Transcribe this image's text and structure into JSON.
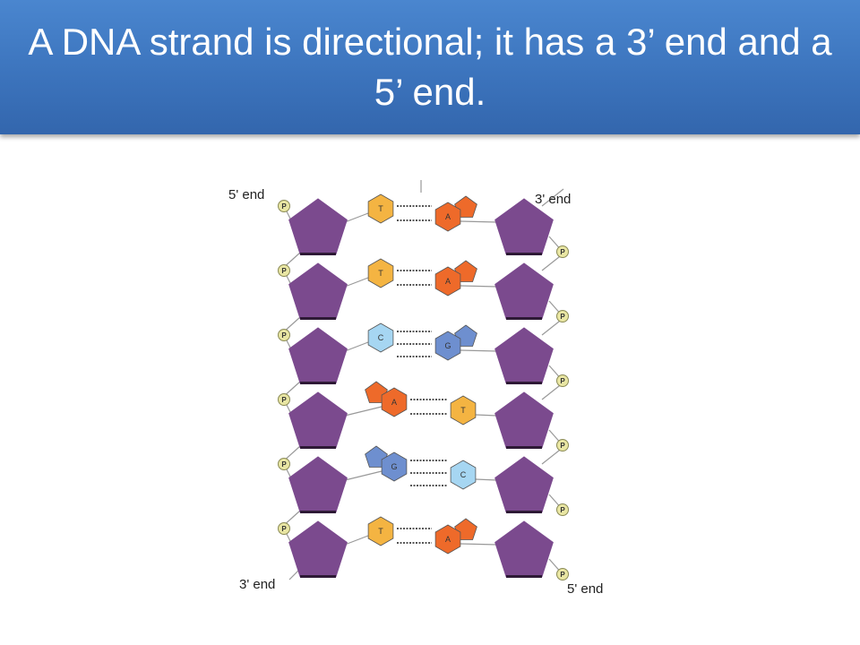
{
  "slide": {
    "title": "A DNA strand is directional; it has a 3’ end and a 5’ end."
  },
  "diagram": {
    "end_labels": {
      "left_top": "5' end",
      "right_top": "3' end",
      "left_bottom": "3' end",
      "right_bottom": "5' end"
    },
    "phosphate_label": "P",
    "base_pairs": [
      {
        "left": "T",
        "right": "A",
        "hbonds": 2
      },
      {
        "left": "T",
        "right": "A",
        "hbonds": 2
      },
      {
        "left": "C",
        "right": "G",
        "hbonds": 3
      },
      {
        "left": "A",
        "right": "T",
        "hbonds": 2
      },
      {
        "left": "G",
        "right": "C",
        "hbonds": 3
      },
      {
        "left": "T",
        "right": "A",
        "hbonds": 2
      }
    ],
    "colors": {
      "sugar": "#7b4a8e",
      "sugar_edge": "#2e1a36",
      "T": "#f4b442",
      "A": "#ee6a2a",
      "C": "#a6d6f2",
      "G": "#6e8fcf",
      "phosphate": "#e9e6a3",
      "bond": "#999999"
    }
  }
}
